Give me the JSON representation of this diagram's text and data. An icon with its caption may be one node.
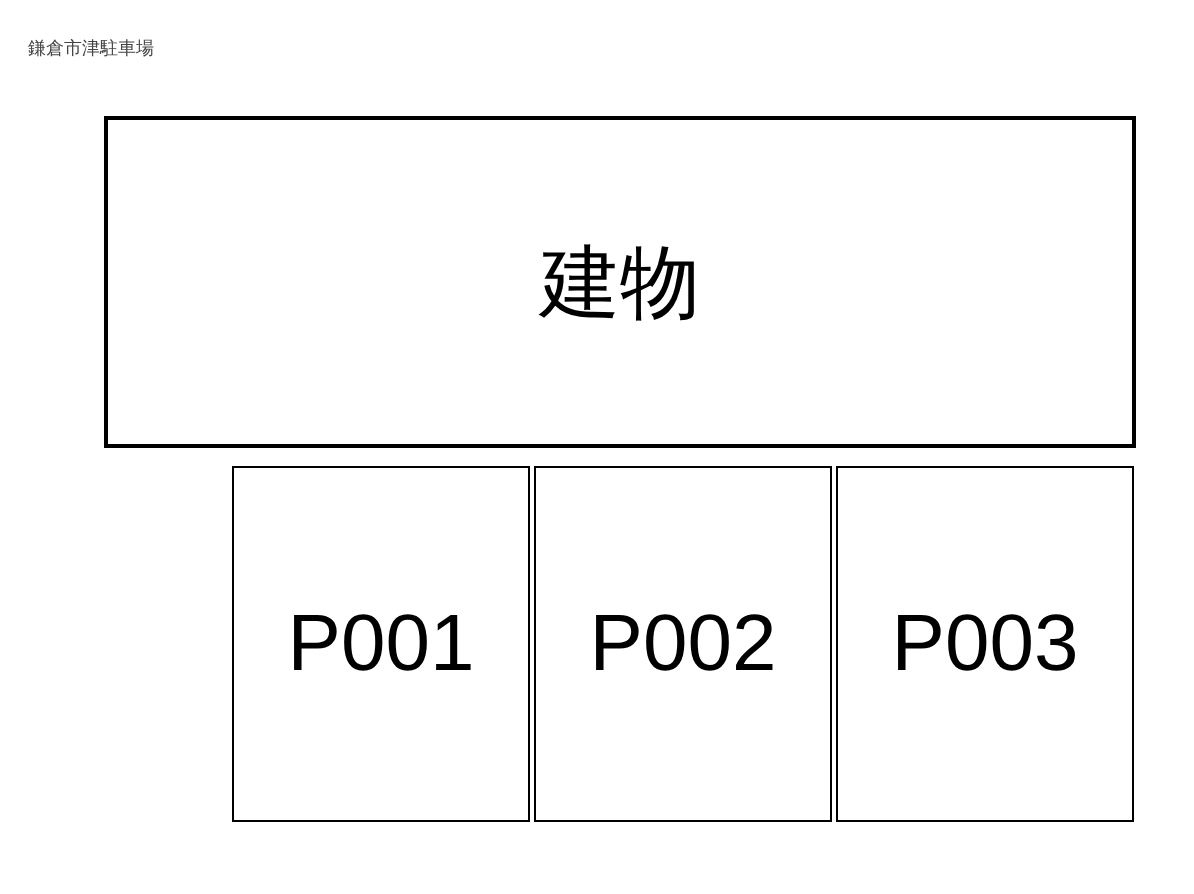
{
  "diagram": {
    "title": "鎌倉市津駐車場",
    "nodes": [
      {
        "text": [
          "建物"
        ]
      },
      {
        "text": [
          "P001"
        ]
      },
      {
        "text": [
          "P002"
        ]
      },
      {
        "text": [
          "P003"
        ]
      }
    ],
    "edges": []
  }
}
